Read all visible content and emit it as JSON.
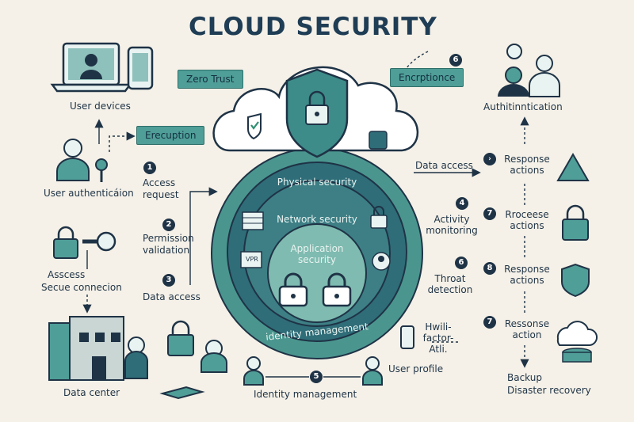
{
  "title": "CLOUD SECURITY",
  "tags": {
    "zero_trust": "Zero Trust",
    "encryption_right": "Encrptionce",
    "encryption_left": "Erecuption"
  },
  "rings": {
    "physical": "Physical security",
    "network": "Network security",
    "application": "Application security",
    "identity": "identity management",
    "vpn": "VPR"
  },
  "left": {
    "user_devices": "User devices",
    "user_auth": "User authenticáion",
    "access_request": "Access request",
    "permission_validation": "Permission validation",
    "data_access": "Data access",
    "asscess": "Asscess",
    "secure_connection": "Secue connecion",
    "data_center": "Data center"
  },
  "numbers": {
    "n1": "1",
    "n2": "2",
    "n3": "3",
    "n4": "4",
    "n5": "5",
    "n6a": "6",
    "n6b": "6",
    "n7a": "7",
    "n7b": "7",
    "n8": "8"
  },
  "middle": {
    "data_access": "Data access",
    "activity_monitoring": "Activity monitoring",
    "threat_detection": "Throat detection",
    "multi_factor": "Hwili-factor-Atli.",
    "user_profile": "User profile",
    "identity_management": "Identity management"
  },
  "right": {
    "authentication": "Authitinntication",
    "response_actions_1": "Response actions",
    "process_actions": "Rroceese actions",
    "response_actions_2": "Response actions",
    "response_action_3": "Ressonse action",
    "backup": "Backup",
    "disaster_recovery": "Disaster recovery"
  },
  "colors": {
    "navy": "#1f3346",
    "teal": "#4f9e97",
    "dark_teal": "#2d6f79",
    "deep": "#245866",
    "background": "#f5f1e8"
  }
}
